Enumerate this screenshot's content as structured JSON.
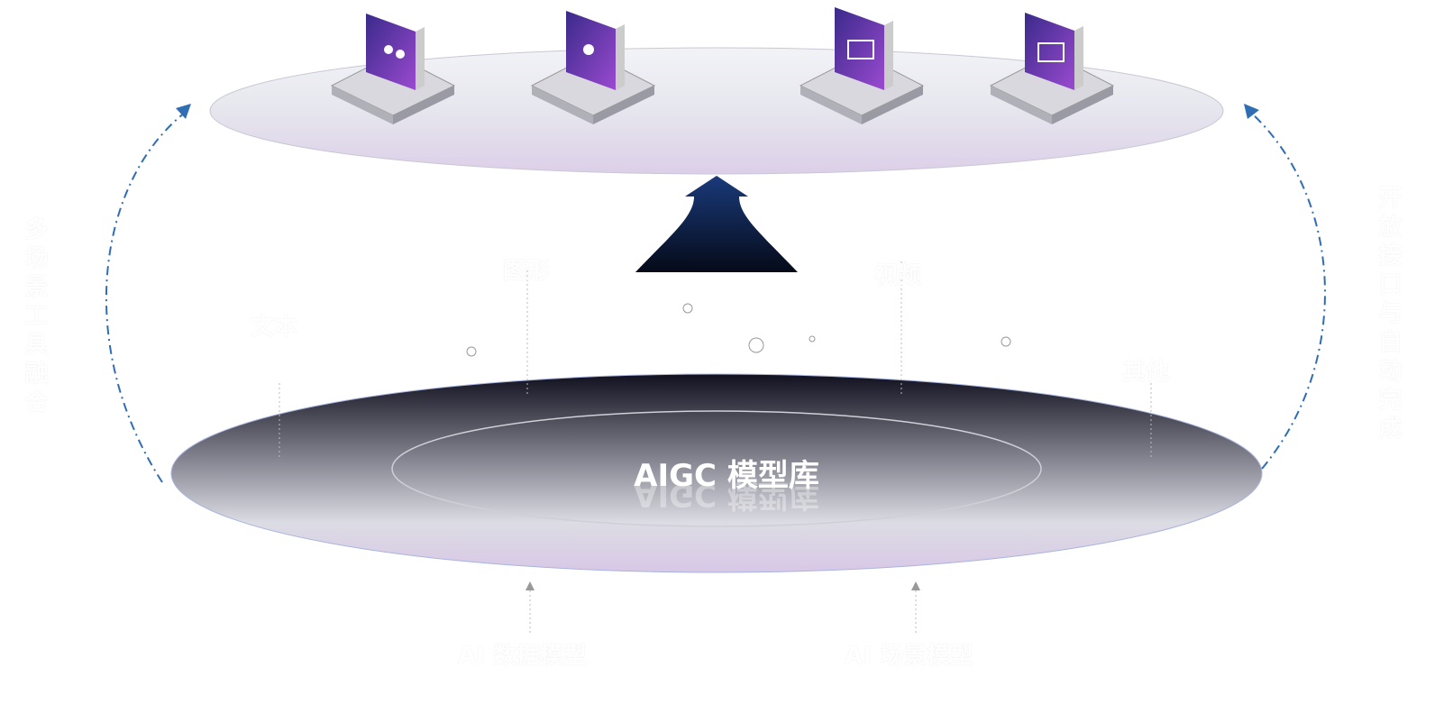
{
  "core": {
    "title": "AIGC 模型库"
  },
  "categories": [
    "文本",
    "图形",
    "视频",
    "其他"
  ],
  "inputs": [
    "AI 数据模型",
    "AI 场景模型"
  ],
  "side_left": "多场景工具融合",
  "side_right": "开放接口与自动完成",
  "apps": [
    {
      "icon": "users-icon"
    },
    {
      "icon": "teacher-icon"
    },
    {
      "icon": "id-card-icon"
    },
    {
      "icon": "book-icon"
    }
  ],
  "colors": {
    "arrow_top": "#1a3a7a",
    "arrow_bottom": "#050a18",
    "dash": "#2f6db5",
    "cube": "#6a2fa8"
  }
}
